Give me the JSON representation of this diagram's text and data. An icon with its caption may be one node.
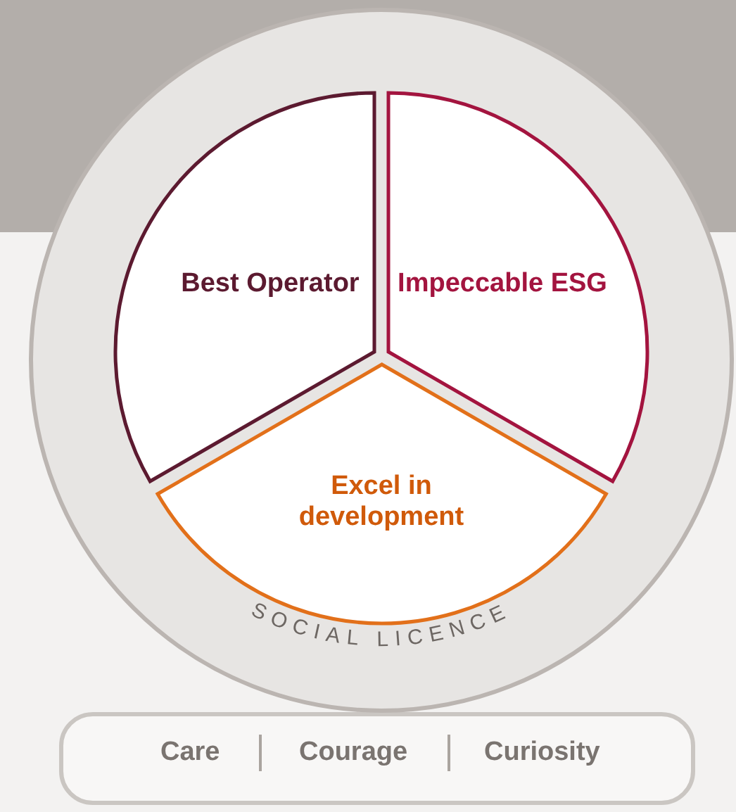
{
  "diagram": {
    "nodes": [
      {
        "text": [
          "SOCIAL LICENCE"
        ]
      },
      {
        "text": [
          "Best Operator"
        ],
        "in": 0
      },
      {
        "text": [
          "Impeccable ESG"
        ],
        "in": 0
      },
      {
        "text": [
          "Excel in development"
        ],
        "in": 0
      },
      {
        "text": [
          "Care",
          "Courage",
          "Curiosity"
        ]
      }
    ]
  }
}
